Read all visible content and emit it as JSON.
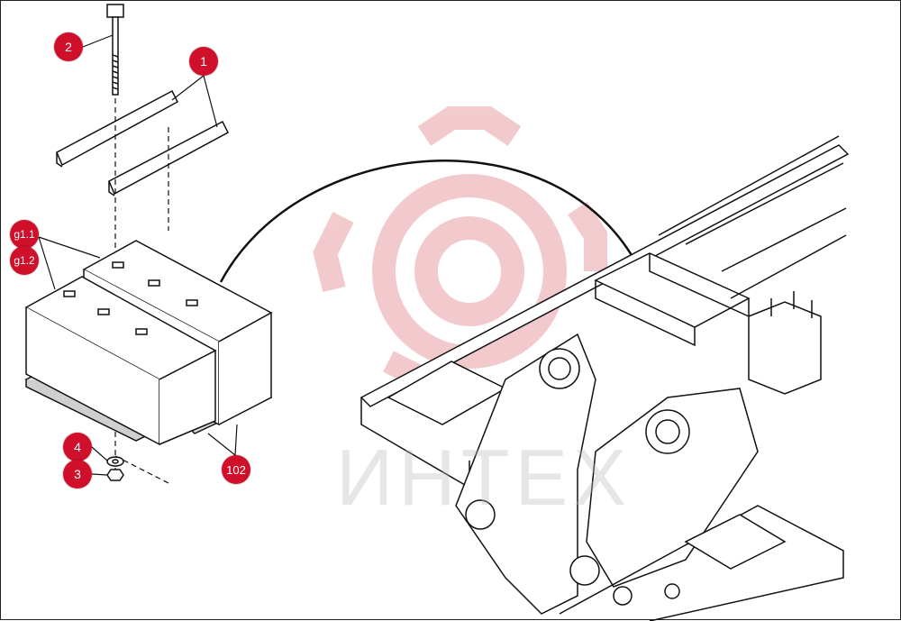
{
  "colors": {
    "callout_fill": "#d0102a",
    "line": "#111111",
    "watermark": "#e8a0a6",
    "watermark_text": "#b8b8b8"
  },
  "watermark": {
    "text": "ИНТЕХ"
  },
  "callouts": {
    "c1": "1",
    "c2": "2",
    "c3": "3",
    "c4": "4",
    "c102": "102",
    "g11": "g1.1",
    "g12": "g1.2"
  }
}
